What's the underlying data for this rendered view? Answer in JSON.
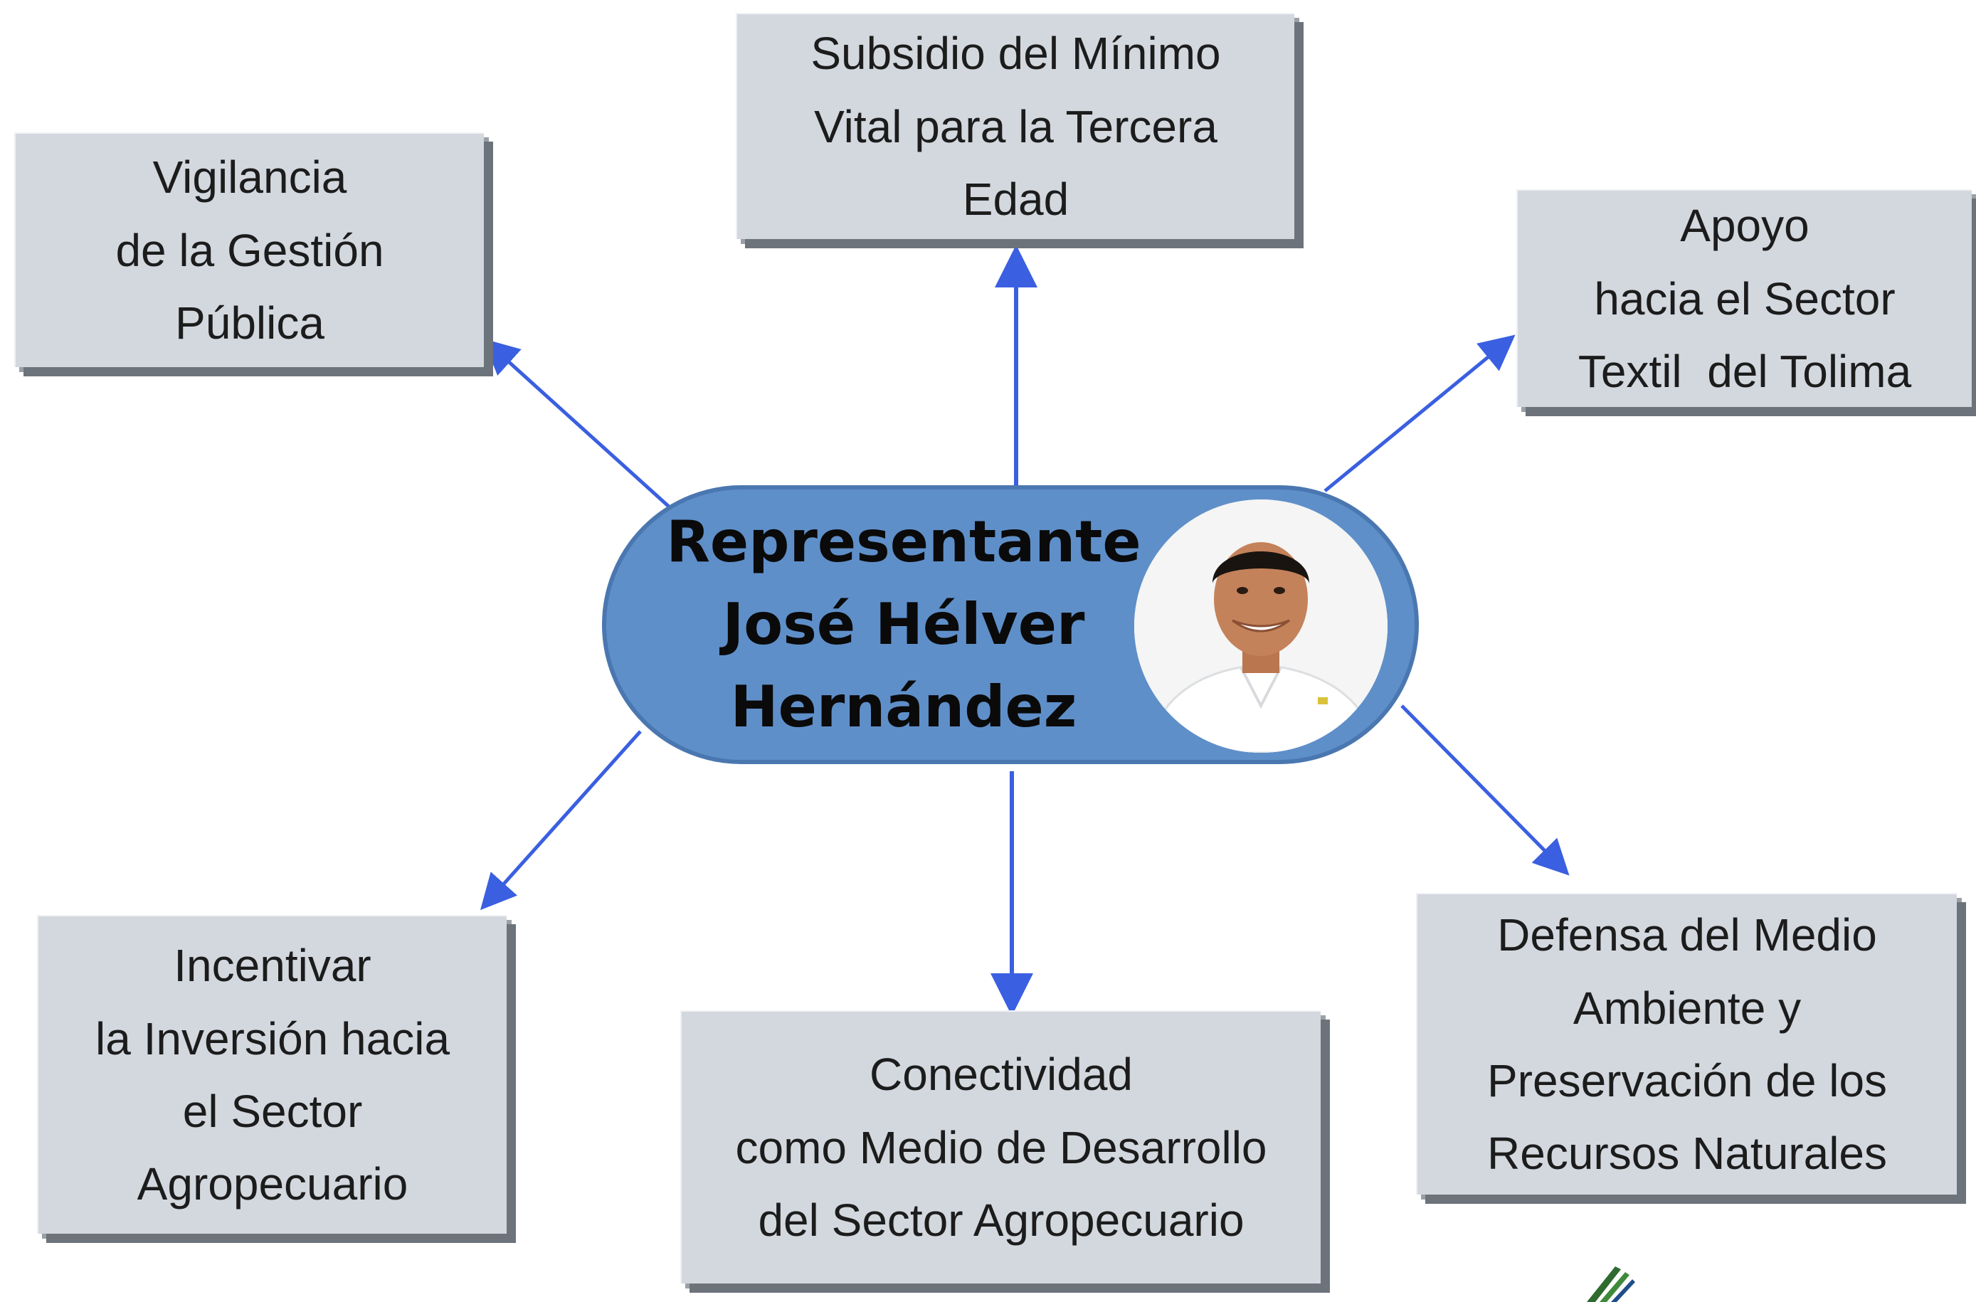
{
  "center": {
    "line1": "Representante",
    "line2": "José Hélver",
    "line3": "Hernández"
  },
  "boxes": {
    "vigilancia": [
      "Vigilancia",
      "de la Gestión",
      "Pública"
    ],
    "subsidio": [
      "Subsidio del Mínimo",
      "Vital para la Tercera",
      "Edad"
    ],
    "apoyo": [
      "Apoyo",
      "hacia el Sector",
      "Textil  del Tolima"
    ],
    "incentivar": [
      "Incentivar",
      "la Inversión hacia",
      "el Sector",
      "Agropecuario"
    ],
    "conectividad": [
      "Conectividad",
      "como Medio de Desarrollo",
      "del Sector Agropecuario"
    ],
    "defensa": [
      "Defensa del Medio",
      "Ambiente y",
      "Preservación de los",
      "Recursos Naturales"
    ]
  },
  "colors": {
    "pill": "#5f8fc9",
    "box": "#d3d8df",
    "arrow": "#3a5fe0"
  },
  "icons": {
    "portrait": "person-photo",
    "corner_logo": "partial-logo"
  }
}
